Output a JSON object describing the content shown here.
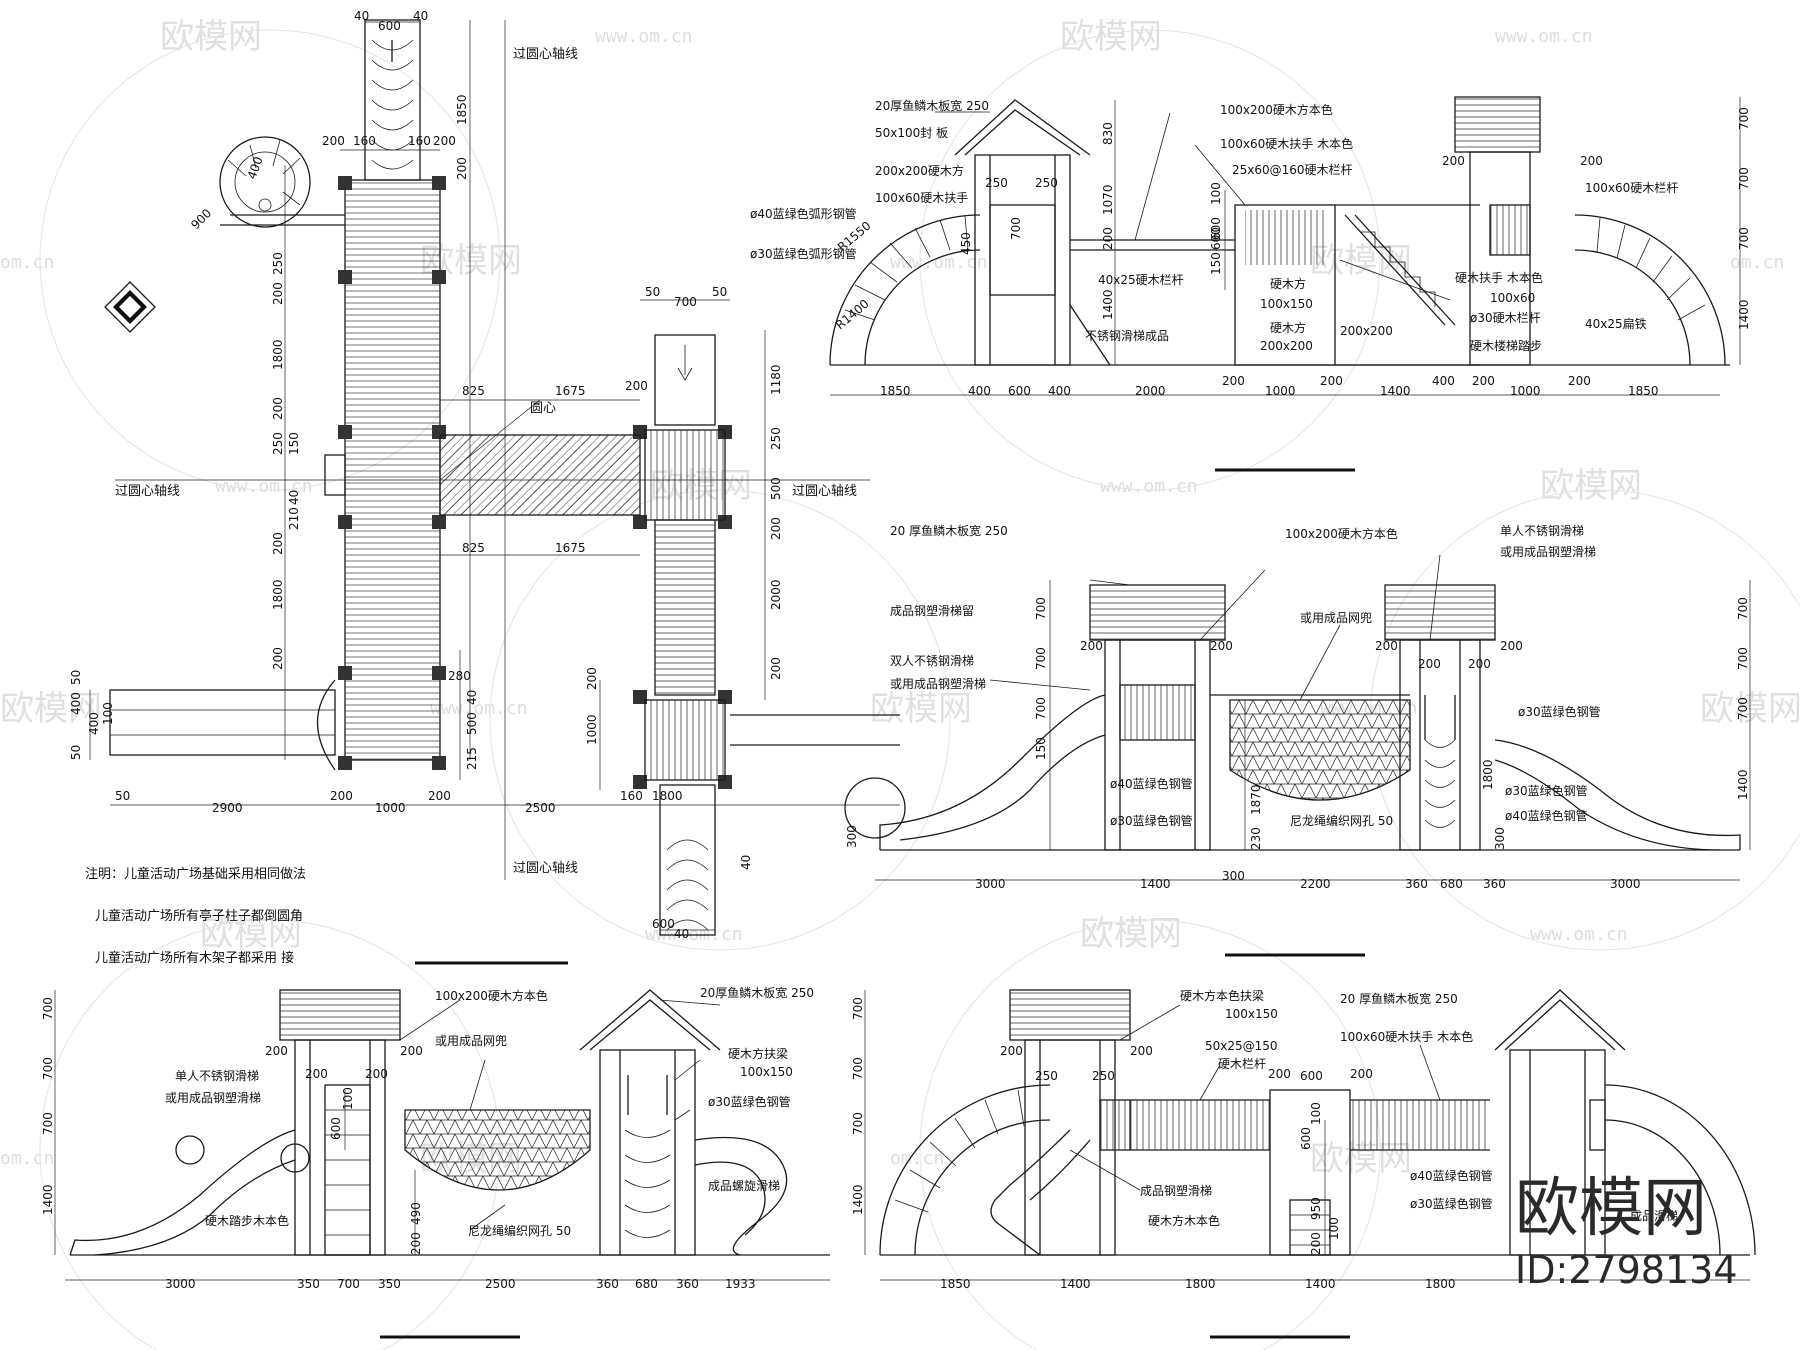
{
  "plan": {
    "axis_top": "过圆心轴线",
    "axis_left": "过圆心轴线",
    "axis_right": "过圆心轴线",
    "axis_bottom": "过圆心轴线",
    "center_label": "圆心",
    "dims": [
      "40",
      "600",
      "40",
      "1850",
      "200",
      "160",
      "160",
      "200",
      "900",
      "400",
      "250",
      "200",
      "200",
      "1800",
      "200",
      "250",
      "150",
      "40",
      "210",
      "200",
      "1800",
      "200",
      "50",
      "400",
      "50",
      "400",
      "100",
      "280",
      "40",
      "500",
      "215",
      "50",
      "2900",
      "200",
      "1000",
      "200",
      "2500",
      "50",
      "700",
      "50",
      "1180",
      "825",
      "1675",
      "200",
      "825",
      "1675",
      "250",
      "500",
      "200",
      "2000",
      "200",
      "1000",
      "200",
      "160",
      "1800",
      "40",
      "600",
      "40"
    ],
    "note_1": "注明：儿童活动广场基础采用相同做法",
    "note_2": "儿童活动广场所有亭子柱子都倒圆角",
    "note_3": "儿童活动广场所有木架子都采用 接"
  },
  "elev1": {
    "labels": [
      "20厚鱼鳞木板宽 250",
      "50x100封 板",
      "200x200硬木方",
      "100x60硬木扶手",
      "ø40蓝绿色弧形钢管",
      "ø30蓝绿色弧形钢管",
      "R1550",
      "R1400",
      "100x200硬木方本色",
      "100x60硬木扶手 木本色",
      "25x60@160硬木栏杆",
      "40x25硬木栏杆",
      "不锈钢滑梯成品",
      "硬木方",
      "100x150",
      "硬木方",
      "200x200",
      "200x200",
      "硬木扶手 木本色",
      "100x60",
      "ø30硬木栏杆",
      "硬木楼梯踏步",
      "100x60硬木栏杆",
      "40x25扁铁",
      "250",
      "250",
      "200",
      "200"
    ],
    "vdims": [
      "830",
      "1070",
      "450",
      "700",
      "600",
      "200",
      "1400",
      "100",
      "600",
      "150",
      "700",
      "700",
      "700",
      "1400"
    ],
    "bottom_dims": [
      "1850",
      "400",
      "600",
      "400",
      "2000",
      "200",
      "1000",
      "200",
      "1400",
      "400",
      "200",
      "1000",
      "200",
      "1850"
    ]
  },
  "elev2": {
    "labels": [
      "20 厚鱼鳞木板宽 250",
      "100x200硬木方本色",
      "单人不锈钢滑梯",
      "或用成品钢塑滑梯",
      "成品钢塑滑梯留",
      "或用成品网兜",
      "双人不锈钢滑梯",
      "或用成品钢塑滑梯",
      "ø30蓝绿色钢管",
      "ø40蓝绿色钢管",
      "ø30蓝绿色钢管",
      "尼龙绳编织网孔 50",
      "ø40蓝绿色钢管",
      "ø30蓝绿色钢管",
      "200",
      "200",
      "200",
      "200",
      "200",
      "200"
    ],
    "vdims": [
      "700",
      "700",
      "700",
      "150",
      "300",
      "1870",
      "230",
      "700",
      "700",
      "700",
      "1400",
      "1800",
      "300"
    ],
    "bottom_dims": [
      "3000",
      "1400",
      "300",
      "2200",
      "360",
      "680",
      "360",
      "3000"
    ]
  },
  "elev3": {
    "labels": [
      "100x200硬木方本色",
      "20厚鱼鳞木板宽 250",
      "或用成品网兜",
      "单人不锈钢滑梯",
      "或用成品钢塑滑梯",
      "硬木方扶梁",
      "100x150",
      "ø30蓝绿色钢管",
      "成品螺旋滑梯",
      "硬木踏步木本色",
      "尼龙绳编织网孔 50",
      "200",
      "200",
      "200",
      "200",
      "600",
      "100",
      "490",
      "200"
    ],
    "vdims": [
      "700",
      "700",
      "700",
      "1400"
    ],
    "bottom_dims": [
      "3000",
      "350",
      "700",
      "350",
      "2500",
      "360",
      "680",
      "360",
      "1933"
    ]
  },
  "elev4": {
    "labels": [
      "硬木方本色扶梁",
      "100x150",
      "20 厚鱼鳞木板宽 250",
      "50x25@150",
      "硬木栏杆",
      "100x60硬木扶手 木本色",
      "成品钢塑滑梯",
      "硬木方木本色",
      "ø40蓝绿色钢管",
      "ø30蓝绿色钢管",
      "200",
      "200",
      "250",
      "250",
      "200",
      "600",
      "200",
      "600",
      "100",
      "950",
      "100",
      "200",
      "成品滑梯"
    ],
    "vdims": [
      "700",
      "700",
      "700",
      "1400"
    ],
    "bottom_dims": [
      "1850",
      "1400",
      "1800",
      "1400",
      "1800"
    ]
  },
  "watermark": {
    "text": "欧模网",
    "url": "www.om.cn",
    "url2": "om.cn"
  },
  "brand": {
    "name": "欧模网",
    "id": "ID:2798134"
  }
}
